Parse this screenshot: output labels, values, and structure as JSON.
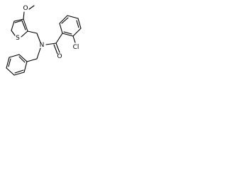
{
  "molecule": {
    "atoms": {
      "methoxy": "O",
      "methyl": "",
      "thiophene_sulfur": "S",
      "amide_nitrogen": "N",
      "carbonyl_oxygen": "O",
      "chlorine": "Cl"
    }
  },
  "colors": {
    "bond": "#000000",
    "background": "#ffffff"
  }
}
